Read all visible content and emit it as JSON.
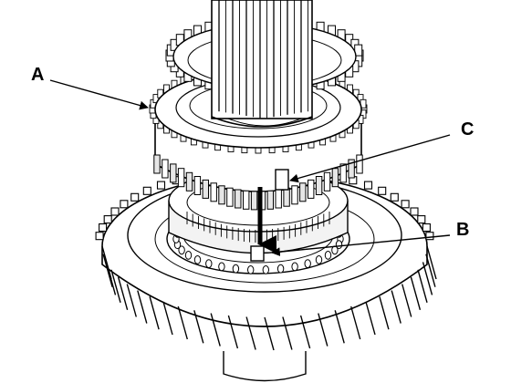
{
  "callouts": {
    "a": "A",
    "b": "B",
    "c": "C"
  },
  "colors": {
    "ink": "#000000",
    "paper": "#ffffff",
    "shade": "#e6e6e6",
    "midshade": "#cfcfcf"
  }
}
